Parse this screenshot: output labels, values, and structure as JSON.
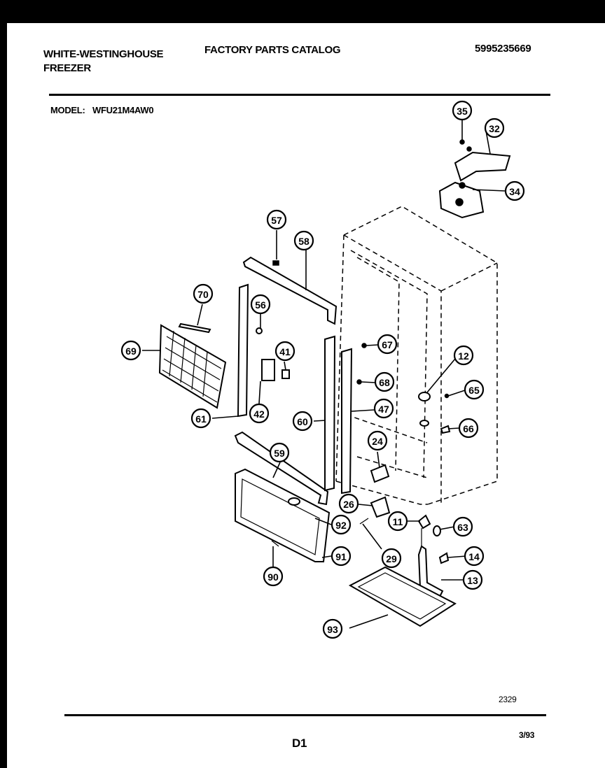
{
  "header": {
    "brand_line1": "WHITE-WESTINGHOUSE",
    "brand_line2": "FREEZER",
    "catalog_title": "FACTORY PARTS CATALOG",
    "catalog_number": "5995235669",
    "model_label": "MODEL:",
    "model_number": "WFU21M4AW0"
  },
  "footer": {
    "drawing_number": "2329",
    "page_label": "D1",
    "date": "3/93"
  },
  "callouts": [
    "35",
    "32",
    "34",
    "57",
    "58",
    "70",
    "56",
    "41",
    "69",
    "42",
    "61",
    "60",
    "59",
    "92",
    "91",
    "90",
    "67",
    "68",
    "47",
    "12",
    "65",
    "66",
    "24",
    "26",
    "11",
    "63",
    "14",
    "29",
    "13",
    "93"
  ]
}
